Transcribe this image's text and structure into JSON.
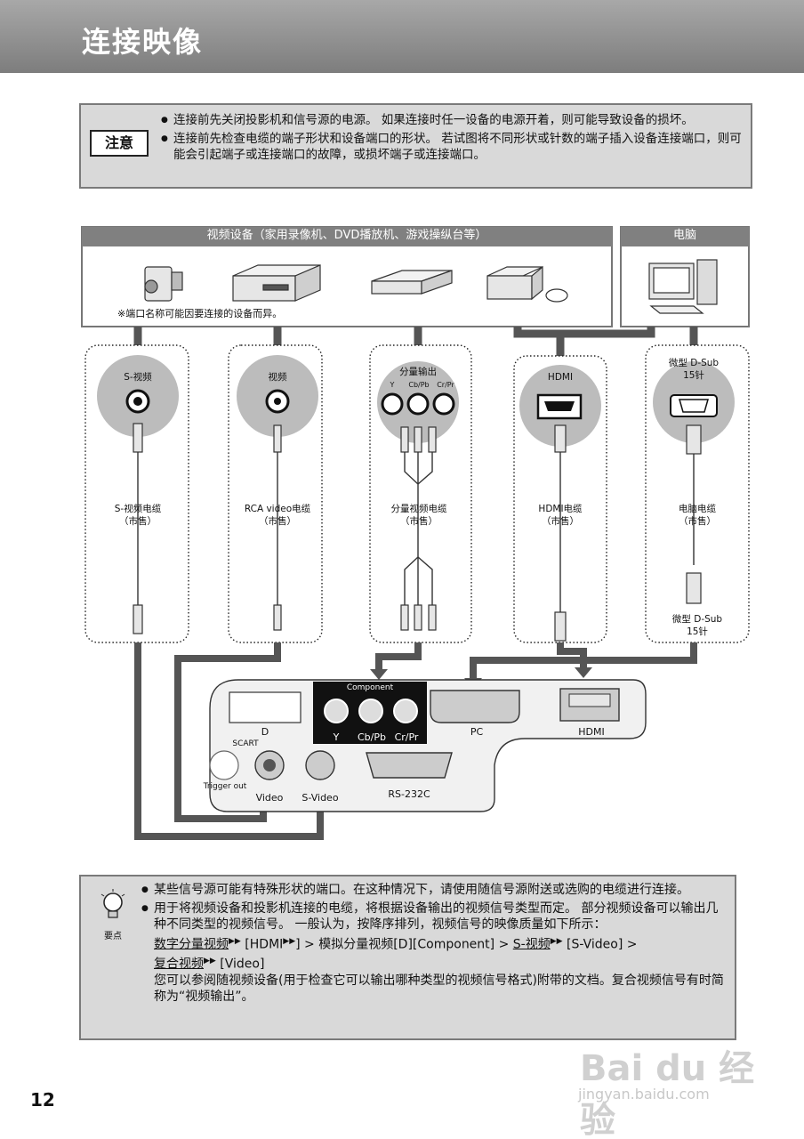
{
  "header": {
    "title": "连接映像"
  },
  "caution": {
    "tag": "注意",
    "items": [
      "连接前先关闭投影机和信号源的电源。 如果连接时任一设备的电源开着，则可能导致设备的损坏。",
      "连接前先检查电缆的端子形状和设备端口的形状。 若试图将不同形状或针数的端子插入设备连接端口，则可能会引起端子或连接端口的故障，或损坏端子或连接端口。"
    ]
  },
  "diagram": {
    "video_devices_title": "视频设备（家用录像机、DVD播放机、游戏操纵台等）",
    "computer_title": "电脑",
    "port_note": "※端口名称可能因要连接的设备而异。",
    "connectors": [
      {
        "port": "S-视频",
        "cable": "S-视频电缆",
        "sold": "（市售）"
      },
      {
        "port": "视频",
        "cable": "RCA video电缆",
        "sold": "（市售）"
      },
      {
        "port": "分量输出",
        "sub": [
          "Y",
          "Cb/Pb",
          "Cr/Pr"
        ],
        "cable": "分量视频电缆",
        "sold": "（市售）"
      },
      {
        "port": "HDMI",
        "cable": "HDMI电缆",
        "sold": "（市售）"
      },
      {
        "port": "微型 D-Sub",
        "port2": "15针",
        "cable": "电脑电缆",
        "sold": "（市售）",
        "end": "微型 D-Sub",
        "end2": "15针"
      }
    ],
    "projector": {
      "component": "Component",
      "y": "Y",
      "cb": "Cb/Pb",
      "cr": "Cr/Pr",
      "pc": "PC",
      "hdmi": "HDMI",
      "d": "D",
      "scart": "SCART",
      "trigger": "Trigger out",
      "video": "Video",
      "svideo": "S-Video",
      "rs232c": "RS-232C"
    }
  },
  "tip": {
    "label": "要点",
    "item1": "某些信号源可能有特殊形状的端口。在这种情况下，请使用随信号源附送或选购的电缆进行连接。",
    "item2_a": "用于将视频设备和投影机连接的电缆，将根据设备输出的视频信号类型而定。 部分视频设备可以输出几种不同类型的视频信号。 一般认为，按降序排列，视频信号的映像质量如下所示：",
    "digital": "数字分量视频",
    "hdmi_ref": "[HDMI",
    "analog": "] > 模拟分量视频[D][Component] > ",
    "svideo": "S-视频",
    "svideo_ref": " [S-Video] >",
    "composite": "复合视频",
    "video_ref": " [Video]",
    "item2_b": "您可以参阅随视频设备(用于检查它可以输出哪种类型的视频信号格式)附带的文档。复合视频信号有时简称为“视频输出”。"
  },
  "page_number": "12",
  "watermark": {
    "brand": "Bai du 经验",
    "url": "jingyan.baidu.com"
  }
}
